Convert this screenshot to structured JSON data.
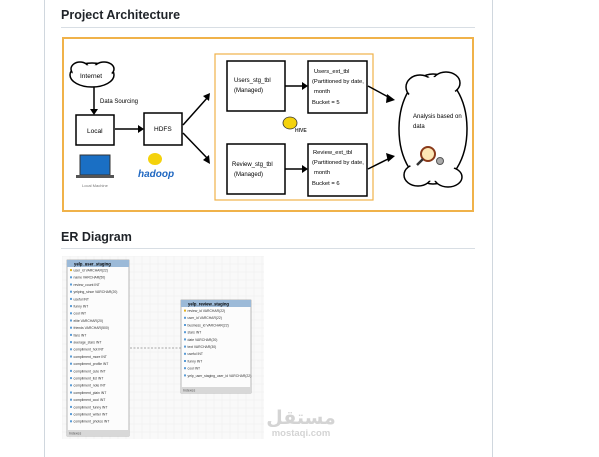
{
  "headings": {
    "architecture": "Project Architecture",
    "er": "ER Diagram"
  },
  "architecture": {
    "internet": "Internet",
    "data_sourcing": "Data Sourcing",
    "local": "Local",
    "local_machine": "Local Machine",
    "hdfs": "HDFS",
    "hadoop": "hadoop",
    "hive": "HIVE",
    "users_stg_1": "Users_stg_tbl",
    "users_stg_2": "(Managed)",
    "review_stg_1": "Review_stg_tbl",
    "review_stg_2": "(Managed)",
    "users_ext_1": "Users_ext_tbl",
    "users_ext_2": "(Partitioned by date,",
    "users_ext_3": "month",
    "users_ext_4": "Bucket = 5",
    "review_ext_1": "Review_ext_tbl",
    "review_ext_2": "(Partitioned by date,",
    "review_ext_3": "month",
    "review_ext_4": "Bucket = 6",
    "analysis_1": "Analysis based on",
    "analysis_2": "data"
  },
  "er_diagram": {
    "table_a": {
      "name": "yelp_user_staging",
      "columns": [
        "user_id VARCHAR(22)",
        "name VARCHAR(50)",
        "review_count INT",
        "yelping_since VARCHAR(20)",
        "useful INT",
        "funny INT",
        "cool INT",
        "elite VARCHAR(20)",
        "friends VARCHAR(500)",
        "fans INT",
        "average_stars INT",
        "compliment_hot INT",
        "compliment_more INT",
        "compliment_profile INT",
        "compliment_cute INT",
        "compliment_list INT",
        "compliment_note INT",
        "compliment_plain INT",
        "compliment_cool INT",
        "compliment_funny INT",
        "compliment_writer INT",
        "compliment_photos INT"
      ],
      "footer": "Indexes"
    },
    "table_b": {
      "name": "yelp_review_staging",
      "columns": [
        "review_id VARCHAR(22)",
        "user_id VARCHAR(22)",
        "business_id VARCHAR(22)",
        "stars INT",
        "date VARCHAR(20)",
        "text VARCHAR(30)",
        "useful INT",
        "funny INT",
        "cool INT",
        "yelp_user_staging_user_id VARCHAR(22)"
      ],
      "footer": "Indexes"
    }
  },
  "watermark": {
    "arabic": "مستقل",
    "latin": "mostaqi.com"
  }
}
